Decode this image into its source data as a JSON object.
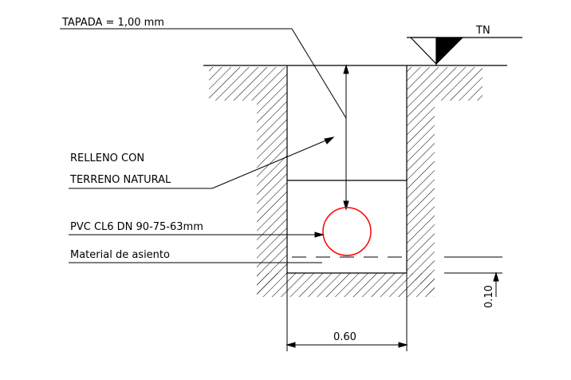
{
  "labels": {
    "tapada": "TAPADA = 1,00 mm",
    "tn": "TN",
    "relleno_line1": "RELLENO CON",
    "relleno_line2": "TERRENO NATURAL",
    "pipe": "PVC CL6 DN 90-75-63mm",
    "asiento": "Material de asiento",
    "width_dim": "0.60",
    "bedding_dim": "0.10"
  },
  "colors": {
    "line": "#000000",
    "pipe": "#ff0000",
    "background": "#ffffff"
  }
}
